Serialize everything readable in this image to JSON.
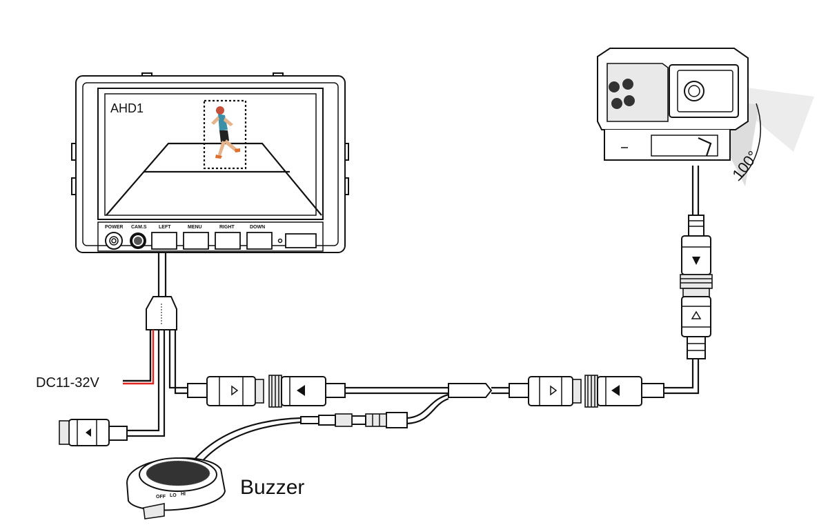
{
  "monitor": {
    "screen_label": "AHD1",
    "buttons": [
      "POWER",
      "CAM.S",
      "LEFT",
      "MENU",
      "RIGHT",
      "DOWN"
    ]
  },
  "camera": {
    "view_angle": "100°"
  },
  "power": {
    "label": "DC11-32V"
  },
  "buzzer": {
    "label": "Buzzer",
    "switch_labels": [
      "OFF",
      "LO",
      "HI"
    ]
  },
  "colors": {
    "power_positive": "#e0231c",
    "power_negative": "#111111"
  }
}
